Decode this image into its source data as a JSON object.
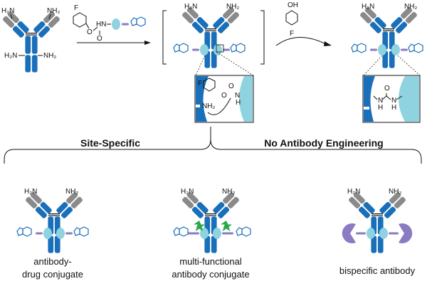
{
  "colors": {
    "heavy_chain": "#1a6fba",
    "light_domain": "#8a8a8a",
    "linker_oval": "#8fd3e0",
    "linker": "#8a7bc2",
    "star": "#2aa84a",
    "binder": "#8a7bc2"
  },
  "labels": {
    "amine_left": "H₂N",
    "amine_right": "NH₂",
    "fluoro": "F",
    "hn": "HN",
    "oxy": "O",
    "carbonyl": "O",
    "phenol_oh": "OH",
    "nh": "N",
    "h": "H"
  },
  "headings": {
    "site_specific": "Site-Specific",
    "no_engineering": "No Antibody Engineering"
  },
  "captions": {
    "adc_line1": "antibody-",
    "adc_line2": "drug conjugate",
    "mfc_line1": "multi-functional",
    "mfc_line2": "antibody conjugate",
    "bispecific": "bispecific antibody"
  }
}
